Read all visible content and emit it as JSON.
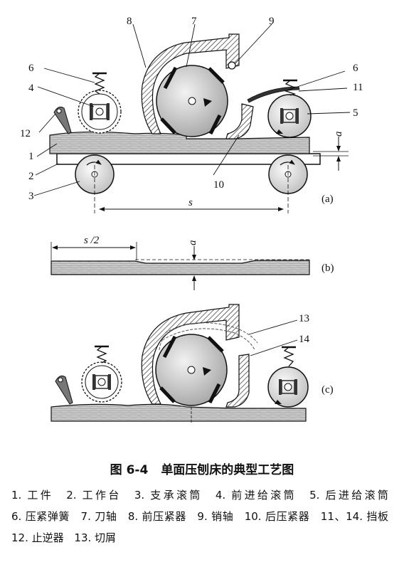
{
  "figure": {
    "panel_a": {
      "callouts": [
        "8",
        "7",
        "9",
        "6",
        "4",
        "12",
        "1",
        "2",
        "3",
        "6",
        "11",
        "5",
        "10"
      ],
      "dimension_s": "s",
      "dimension_a": "a",
      "panel_label": "(a)"
    },
    "panel_b": {
      "dimension_half_s": "s /2",
      "dimension_a": "a",
      "panel_label": "(b)"
    },
    "panel_c": {
      "callouts": [
        "13",
        "14"
      ],
      "panel_label": "(c)"
    }
  },
  "caption": {
    "number": "图 6-4",
    "title": "单面压刨床的典型工艺图"
  },
  "legend": [
    "1. 工件",
    "2. 工作台",
    "3. 支承滚筒",
    "4. 前进给滚筒",
    "5. 后进给滚筒",
    "6. 压紧弹簧",
    "7. 刀轴",
    "8. 前压紧器",
    "9. 销轴",
    "10. 后压紧器",
    "11、14. 挡板",
    "12. 止逆器",
    "13. 切屑"
  ]
}
